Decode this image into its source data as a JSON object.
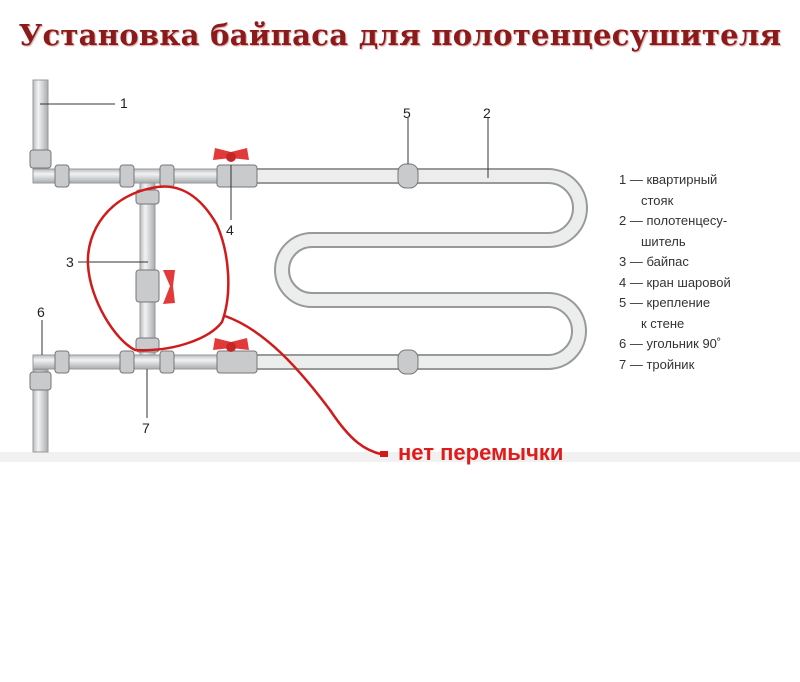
{
  "title": "Установка байпаса для полотенцесушителя",
  "callouts": [
    "1",
    "2",
    "3",
    "4",
    "5",
    "6",
    "7"
  ],
  "legend": [
    {
      "line1": "1 — квартирный",
      "line2": "стояк"
    },
    {
      "line1": "2 — полотенцесу-",
      "line2": "шитель"
    },
    {
      "line1": "3 — байпас"
    },
    {
      "line1": "4 — кран шаровой"
    },
    {
      "line1": "5 — крепление",
      "line2": "к стене"
    },
    {
      "line1": "6 — угольник 90˚"
    },
    {
      "line1": "7 — тройник"
    }
  ],
  "annotation": "нет перемычки",
  "colors": {
    "title": "#8b1a1a",
    "annotation": "#e01b1b",
    "pipe": "#d6d8da",
    "valve": "#e23a3a"
  }
}
